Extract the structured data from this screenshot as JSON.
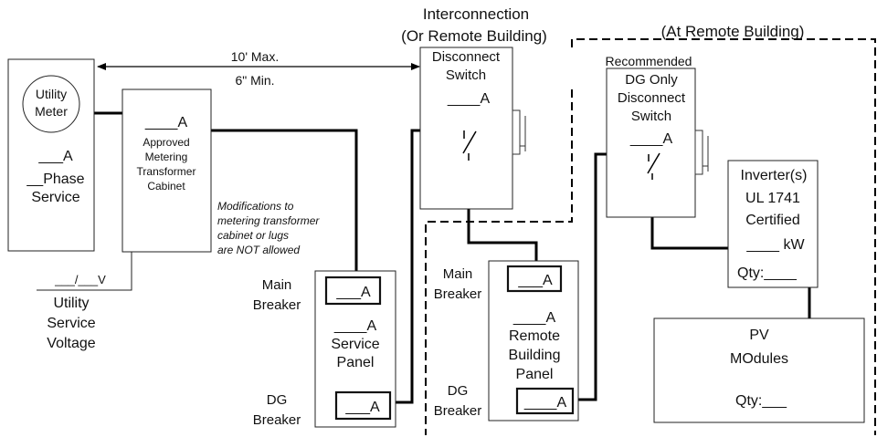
{
  "labels": {
    "interconnection_l1": "Interconnection",
    "interconnection_l2": "(Or Remote Building)",
    "remote_building": "(At Remote Building)",
    "max_dist": "10' Max.",
    "min_dist": "6\" Min.",
    "recommended": "Recommended"
  },
  "meter": {
    "circle_l1": "Utility",
    "circle_l2": "Meter",
    "amps": "___A",
    "phase_l1": "__Phase",
    "phase_l2": "Service"
  },
  "cabinet": {
    "amps": "____A",
    "l1": "Approved",
    "l2": "Metering",
    "l3": "Transformer",
    "l4": "Cabinet"
  },
  "note": {
    "l1": "Modifications to",
    "l2": "metering transformer",
    "l3": "cabinet or lugs",
    "l4": "are NOT allowed"
  },
  "voltage": {
    "value": "___/___V",
    "l1": "Utility",
    "l2": "Service",
    "l3": "Voltage"
  },
  "service_panel": {
    "main_breaker_amps": "___A",
    "amps": "____A",
    "l1": "Service",
    "l2": "Panel",
    "dg_breaker_amps": "___A",
    "main_label_l1": "Main",
    "main_label_l2": "Breaker",
    "dg_label_l1": "DG",
    "dg_label_l2": "Breaker"
  },
  "disconnect": {
    "l1": "Disconnect",
    "l2": "Switch",
    "amps": "____A"
  },
  "remote_panel": {
    "main_breaker_amps": "___A",
    "amps": "____A",
    "l1": "Remote",
    "l2": "Building",
    "l3": "Panel",
    "dg_breaker_amps": "____A",
    "main_label_l1": "Main",
    "main_label_l2": "Breaker",
    "dg_label_l1": "DG",
    "dg_label_l2": "Breaker"
  },
  "dg_disconnect": {
    "l1": "DG Only",
    "l2": "Disconnect",
    "l3": "Switch",
    "amps": "____A"
  },
  "inverter": {
    "l1": "Inverter(s)",
    "l2": "UL 1741",
    "l3": "Certified",
    "kw": "____ kW",
    "qty": "Qty:____"
  },
  "pv": {
    "l1": "PV",
    "l2": "MOdules",
    "qty": "Qty:___"
  }
}
